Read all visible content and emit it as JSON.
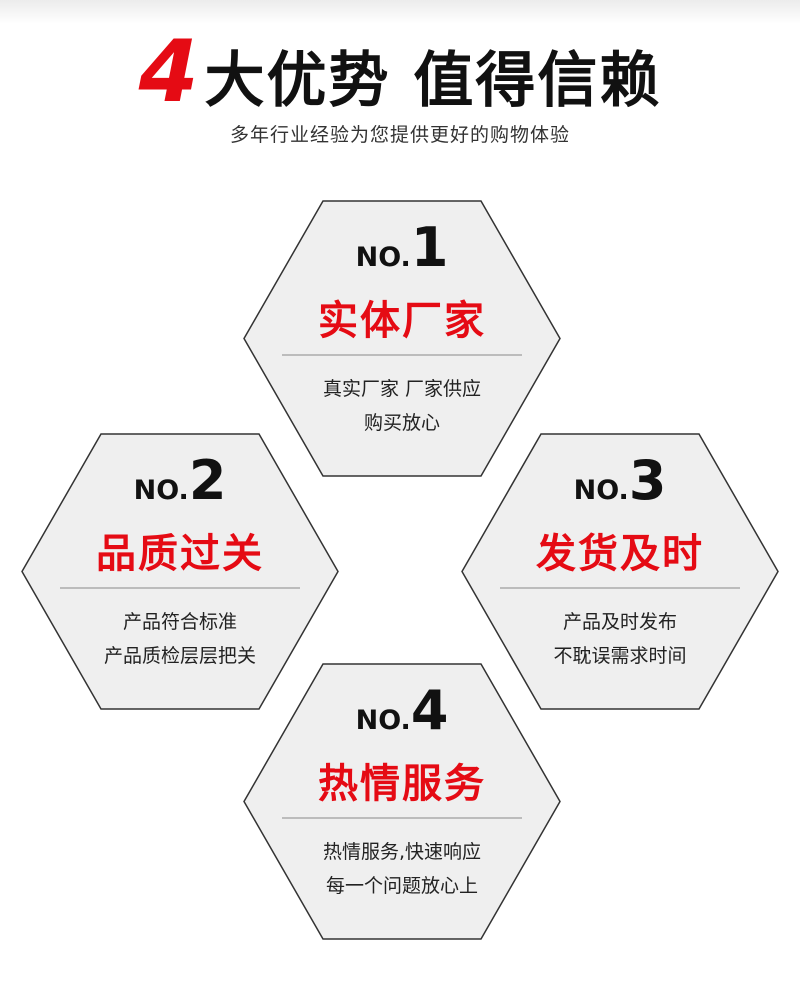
{
  "header": {
    "title_number": "4",
    "title_text": "大优势 值得信赖",
    "subtitle": "多年行业经验为您提供更好的购物体验"
  },
  "colors": {
    "accent": "#e50b14",
    "hex_fill": "#efefef",
    "hex_stroke": "#333333"
  },
  "advantages": [
    {
      "no_label": "NO.",
      "no_num": "1",
      "heading": "实体厂家",
      "desc_line1": "真实厂家 厂家供应",
      "desc_line2": "购买放心"
    },
    {
      "no_label": "NO.",
      "no_num": "2",
      "heading": "品质过关",
      "desc_line1": "产品符合标准",
      "desc_line2": "产品质检层层把关"
    },
    {
      "no_label": "NO.",
      "no_num": "3",
      "heading": "发货及时",
      "desc_line1": "产品及时发布",
      "desc_line2": "不耽误需求时间"
    },
    {
      "no_label": "NO.",
      "no_num": "4",
      "heading": "热情服务",
      "desc_line1": "热情服务,快速响应",
      "desc_line2": "每一个问题放心上"
    }
  ]
}
